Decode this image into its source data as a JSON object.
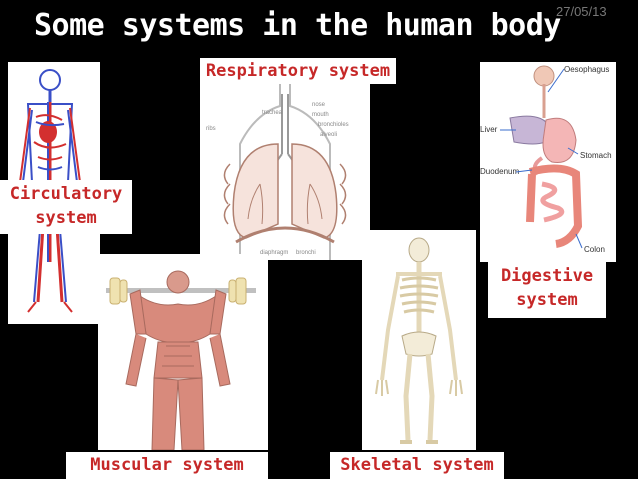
{
  "header": {
    "title": "Some systems in the human body",
    "date": "27/05/13"
  },
  "panels": {
    "circulatory": {
      "label": "Circulatory system"
    },
    "respiratory": {
      "label": "Respiratory system",
      "annotations": [
        "nose",
        "mouth",
        "trachea",
        "bronchioles",
        "alveoli",
        "ribs",
        "diaphragm",
        "bronchi"
      ]
    },
    "digestive": {
      "label": "Digestive system",
      "organs": [
        "Oesophagus",
        "Liver",
        "Stomach",
        "Duodenum",
        "Colon"
      ]
    },
    "muscular": {
      "label": "Muscular system"
    },
    "skeletal": {
      "label": "Skeletal system"
    }
  }
}
